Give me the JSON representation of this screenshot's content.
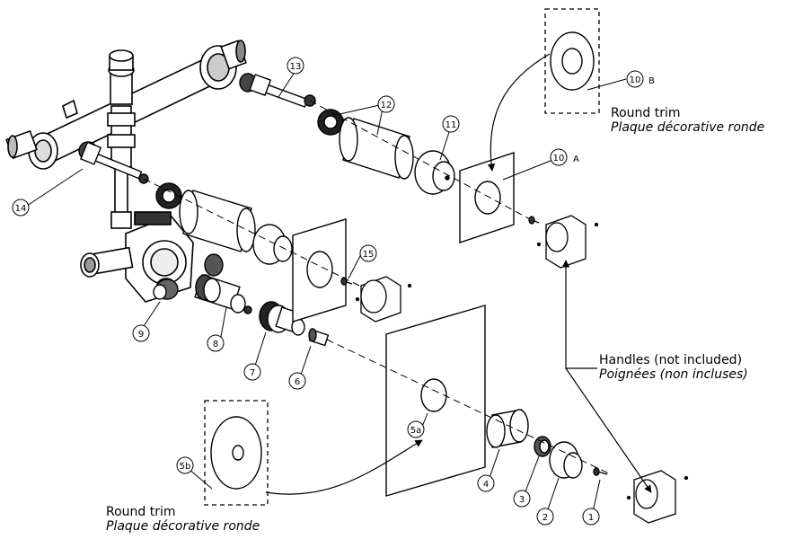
{
  "callouts": {
    "c1": "1",
    "c2": "2",
    "c3": "3",
    "c4": "4",
    "c5a": "5a",
    "c5b": "5b",
    "c6": "6",
    "c7": "7",
    "c8": "8",
    "c9": "9",
    "c10a": "10",
    "c10a_suffix": "A",
    "c10b": "10",
    "c10b_suffix": "B",
    "c11": "11",
    "c12": "12",
    "c13": "13",
    "c14": "14",
    "c15": "15"
  },
  "labels": {
    "round_trim_top_en": "Round trim",
    "round_trim_top_fr": "Plaque décorative ronde",
    "handles_en": "Handles (not included)",
    "handles_fr": "Poignées (non incluses)",
    "round_trim_bottom_en": "Round trim",
    "round_trim_bottom_fr": "Plaque décorative ronde"
  }
}
